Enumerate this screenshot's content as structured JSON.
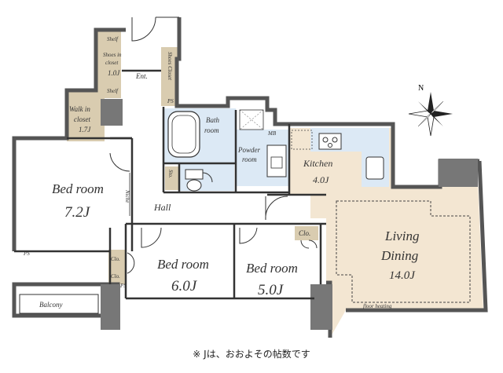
{
  "rooms": {
    "bed1": {
      "label": "Bed room",
      "size": "7.2J"
    },
    "bed2": {
      "label": "Bed room",
      "size": "6.0J"
    },
    "bed3": {
      "label": "Bed room",
      "size": "5.0J"
    },
    "living": {
      "label1": "Living",
      "label2": "Dining",
      "size": "14.0J",
      "note": "floor heating"
    },
    "kitchen": {
      "label": "Kitchen",
      "size": "4.0J"
    },
    "bath": {
      "label1": "Bath",
      "label2": "room"
    },
    "powder": {
      "label1": "Powder",
      "label2": "room"
    },
    "hall": "Hall",
    "ent": "Ent.",
    "balcony": "Balcony",
    "wic": {
      "label1": "Walk in",
      "label2": "closet",
      "size": "1.7J"
    },
    "shoes_in_closet": {
      "label1": "Shoes in",
      "label2": "closet",
      "size": "1.0J"
    },
    "shelf_top": "Shelf",
    "shelf_bottom": "Shelf",
    "shoes_closet": "Shoes Closet",
    "sto": "Sto.",
    "clo1": "Clo.",
    "clo2": "Clo.",
    "clo3": "Clo.",
    "niche": "Niche",
    "ps1": "PS",
    "ps2": "PS",
    "ps3": "PS",
    "mb": "MB"
  },
  "compass": "N",
  "footnote": "※ Jは、おおよその帖数です",
  "colors": {
    "wall": "#555555",
    "closet": "#d9ccb0",
    "floor": "#f3e6d2",
    "wet": "#dce9f5",
    "outline": "#333333"
  }
}
